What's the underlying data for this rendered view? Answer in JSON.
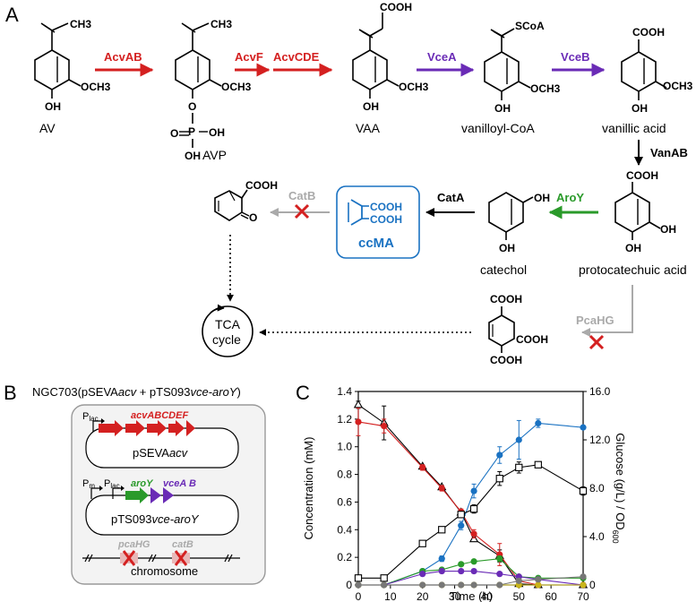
{
  "panels": {
    "a": "A",
    "b": "B",
    "c": "C"
  },
  "pathway": {
    "compounds": {
      "av": "AV",
      "avp": "AVP",
      "vaa": "VAA",
      "vanilloyl_coa": "vanilloyl-CoA",
      "vanillic": "vanillic acid",
      "pca": "protocatechuic acid",
      "catechol": "catechol",
      "ccma": "ccMA",
      "tca_line1": "TCA",
      "tca_line2": "cycle"
    },
    "groups": {
      "ch3": "CH3",
      "och3": "OCH3",
      "oh": "OH",
      "cooh": "COOH",
      "scoa": "SCoA",
      "o": "O",
      "p": "P"
    },
    "enzymes": {
      "acvab": "AcvAB",
      "acvf": "AcvF",
      "acvcde": "AcvCDE",
      "vcea": "VceA",
      "vceb": "VceB",
      "vanab": "VanAB",
      "aroy": "AroY",
      "cata": "CatA",
      "catb": "CatB",
      "pcahg": "PcaHG"
    },
    "colors": {
      "acv": "#d42020",
      "vce": "#6a2bb6",
      "aroy": "#2a9a2a",
      "gray": "#aaaaaa",
      "ccma": "#1a72c2",
      "block": "#d42020"
    }
  },
  "strain": {
    "title_prefix": "NGC703(pSEVA",
    "title_acv": "acv",
    "title_mid": " + pTS093",
    "title_vce": "vce-aroY",
    "title_suffix": ")",
    "promoter_lac": "P",
    "promoter_lac_sub": "lac",
    "promoter_m": "P",
    "promoter_m_sub": "m",
    "acv_operon": "acvABCDEF",
    "plasmid1_prefix": "pSEVA",
    "plasmid1_italic": "acv",
    "aroy_gene": "aroY",
    "vce_genes": "vceA B",
    "plasmid2_prefix": "pTS093",
    "plasmid2_italic": "vce-aroY",
    "pcahg_gene": "pcaHG",
    "catb_gene": "catB",
    "chromosome": "chromosome"
  },
  "chart_data": {
    "type": "line",
    "xlabel": "Time (h)",
    "ylabel": "Concentration (mM)",
    "y2label_main": "Glucose (g/L) / OD",
    "y2label_sub": "600",
    "xlim": [
      0,
      70
    ],
    "ylim": [
      0,
      1.4
    ],
    "y2lim": [
      0,
      16
    ],
    "xticks": [
      "0",
      "10",
      "20",
      "30",
      "40",
      "50",
      "60",
      "70"
    ],
    "yticks": [
      "0",
      "0.2",
      "0.4",
      "0.6",
      "0.8",
      "1.0",
      "1.2",
      "1.4"
    ],
    "y2ticks": [
      "0",
      "4.0",
      "8.0",
      "12.0",
      "16.0"
    ],
    "x": [
      0,
      8,
      20,
      26,
      32,
      36,
      44,
      50,
      56,
      70
    ],
    "series": [
      {
        "marker": "triangle",
        "color": "#000000",
        "axis": "right",
        "values": [
          14.9,
          13.4,
          9.8,
          8.1,
          6.0,
          3.8,
          2.4,
          0.1,
          0.0,
          0.0
        ],
        "errors": [
          0.3,
          1.4,
          0.1,
          0.1,
          0.1,
          0.2,
          0.5,
          0.1,
          0.0,
          0.0
        ]
      },
      {
        "marker": "circle",
        "color": "#d42020",
        "axis": "left",
        "values": [
          1.18,
          1.15,
          0.85,
          0.7,
          0.53,
          0.37,
          0.22,
          0.03,
          0.0,
          0.0
        ],
        "errors": [
          0.1,
          0.05,
          0.02,
          0.02,
          0.02,
          0.03,
          0.08,
          0.02,
          0.0,
          0.0
        ]
      },
      {
        "marker": "circle",
        "color": "#1a72c2",
        "axis": "left",
        "values": [
          0.0,
          0.0,
          0.1,
          0.19,
          0.43,
          0.68,
          0.94,
          1.05,
          1.17,
          1.14
        ],
        "errors": [
          0.0,
          0.0,
          0.01,
          0.02,
          0.03,
          0.05,
          0.06,
          0.14,
          0.03,
          0.01
        ]
      },
      {
        "marker": "square",
        "color": "#000000",
        "axis": "left",
        "values": [
          0.05,
          0.05,
          0.3,
          0.4,
          0.51,
          0.55,
          0.77,
          0.85,
          0.87,
          0.68
        ],
        "errors": [
          0.0,
          0.0,
          0.01,
          0.01,
          0.02,
          0.03,
          0.05,
          0.04,
          0.02,
          0.03
        ]
      },
      {
        "marker": "circle",
        "color": "#2a9a2a",
        "axis": "left",
        "values": [
          0.0,
          0.0,
          0.1,
          0.11,
          0.15,
          0.17,
          0.19,
          0.06,
          0.05,
          0.05
        ],
        "errors": [
          0.0,
          0.0,
          0.0,
          0.0,
          0.01,
          0.01,
          0.02,
          0.01,
          0.0,
          0.0
        ]
      },
      {
        "marker": "circle",
        "color": "#6a2bb6",
        "axis": "left",
        "values": [
          0.0,
          0.0,
          0.08,
          0.1,
          0.1,
          0.1,
          0.08,
          0.06,
          0.04,
          0.0
        ],
        "errors": [
          0.0,
          0.0,
          0.01,
          0.0,
          0.0,
          0.0,
          0.01,
          0.01,
          0.0,
          0.0
        ]
      },
      {
        "marker": "circle",
        "color": "#c9b51a",
        "axis": "left",
        "values": [
          0.0,
          0.0,
          0.0,
          0.0,
          0.0,
          0.0,
          0.0,
          0.0,
          0.0,
          0.0
        ],
        "errors": [
          0,
          0,
          0,
          0,
          0,
          0,
          0,
          0,
          0,
          0
        ]
      },
      {
        "marker": "circle",
        "color": "#777777",
        "axis": "left",
        "values": [
          0.0,
          0.0,
          0.0,
          0.0,
          0.0,
          0.0,
          0.0,
          0.03,
          0.04,
          0.06
        ],
        "errors": [
          0,
          0,
          0,
          0,
          0,
          0,
          0,
          0,
          0,
          0
        ]
      }
    ]
  }
}
